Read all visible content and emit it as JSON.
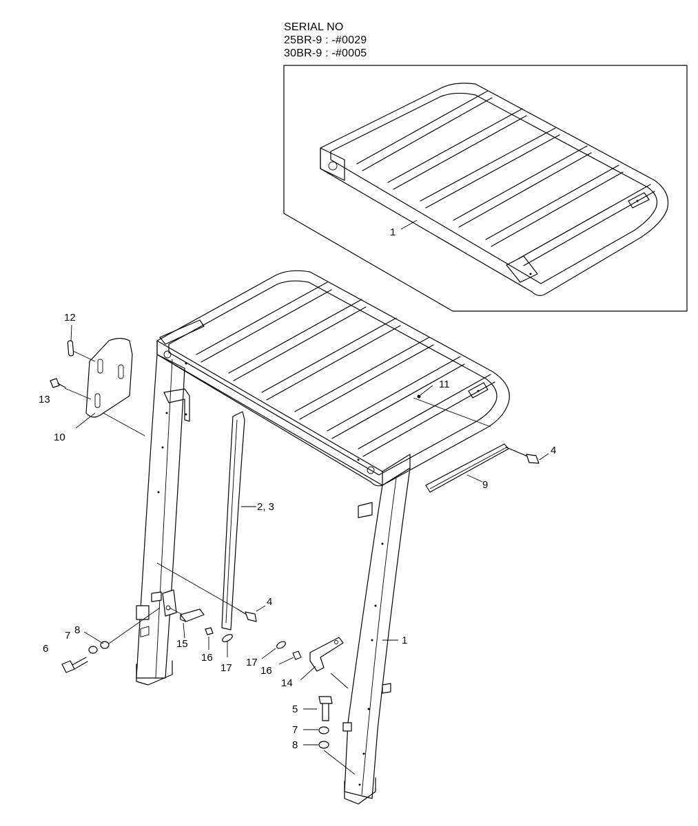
{
  "serial": {
    "title": "SERIAL NO",
    "line1": "25BR-9 : -#0029",
    "line2": "30BR-9 : -#0005"
  },
  "callouts": {
    "inset_1": "1",
    "p12": "12",
    "p13": "13",
    "p10": "10",
    "p11": "11",
    "p4_top": "4",
    "p9": "9",
    "p2_3": "2, 3",
    "p4_mid": "4",
    "p1_main": "1",
    "p8_left": "8",
    "p7_left": "7",
    "p6": "6",
    "p15": "15",
    "p16_left": "16",
    "p17_left": "17",
    "p17_right": "17",
    "p16_right": "16",
    "p14": "14",
    "p5": "5",
    "p7_right": "7",
    "p8_right": "8"
  }
}
